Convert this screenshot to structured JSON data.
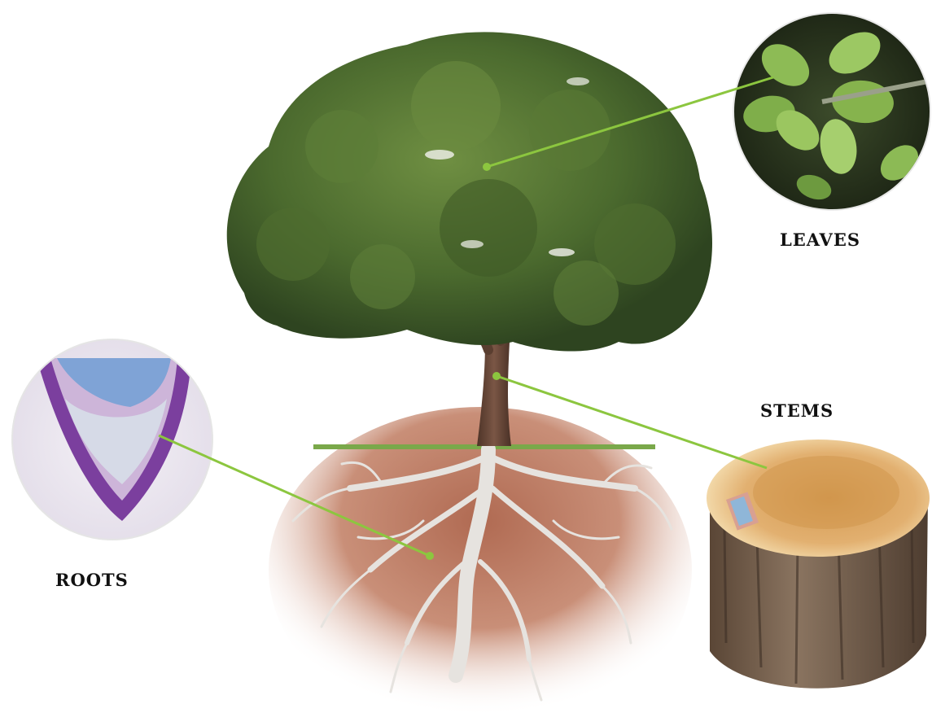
{
  "labels": {
    "leaves": "LEAVES",
    "stems": "STEMS",
    "roots": "ROOTS"
  },
  "colors": {
    "pointer_line": "#8cc63f",
    "foliage_dark": "#3d5a26",
    "foliage_light": "#7a9b4a",
    "trunk": "#6b4a3a",
    "soil": "#c0836b",
    "root": "#e6e3df",
    "stump_top": "#d9a15a",
    "bark": "#6e5a48",
    "root_tip_purple": "#7b3f9e",
    "root_tip_blue": "#7fa3d6"
  }
}
